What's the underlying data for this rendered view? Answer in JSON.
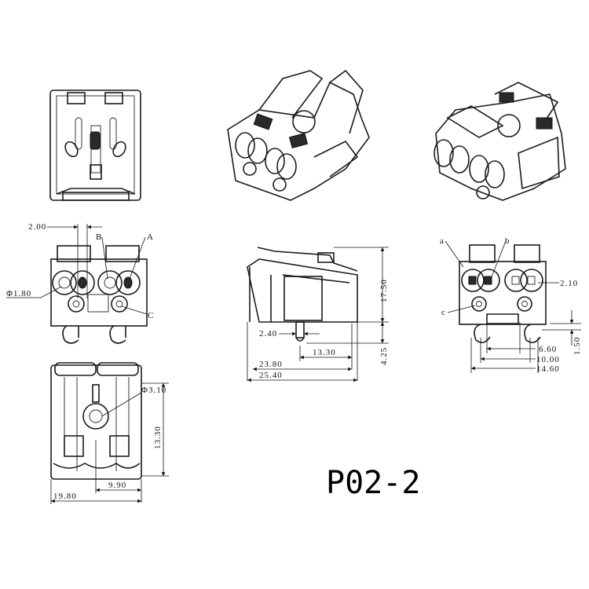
{
  "title": "P02-2",
  "front_view_left": {
    "pitch": "2.00",
    "label_b": "B",
    "label_a": "A",
    "hole_diameter": "Φ1.80",
    "label_c": "C"
  },
  "bottom_view": {
    "hole_diameter": "Φ3.10",
    "height": "13.30",
    "half_width": "9.90",
    "width": "19.80"
  },
  "side_view": {
    "height": "17.50",
    "pin_offset": "2.40",
    "pin_distance": "13.30",
    "pin_length": "4.25",
    "body_length": "23.80",
    "total_length": "25.40"
  },
  "front_view_right": {
    "label_a": "a",
    "label_b": "b",
    "slot_width": "2.10",
    "label_c": "c",
    "inner_span": "6.60",
    "mid_span": "10.00",
    "outer_span": "14.60",
    "foot_height": "1.50"
  }
}
